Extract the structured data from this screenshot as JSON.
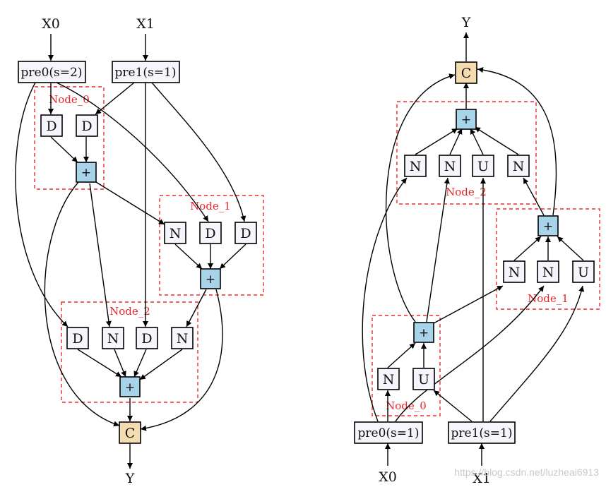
{
  "colors": {
    "plus_fill": "#a8d4ea",
    "concat_fill": "#f5dcb0",
    "op_fill": "#f5f5fb",
    "prep_fill": "#f5f5fb",
    "group_border": "#ee2b2b",
    "group_label": "#e8262a"
  },
  "left_cell": {
    "inputs": [
      "X0",
      "X1"
    ],
    "preprocess": [
      "pre0(s=2)",
      "pre1(s=1)"
    ],
    "nodes": [
      {
        "name": "Node_0",
        "ops": [
          "D",
          "D"
        ],
        "combine": "+"
      },
      {
        "name": "Node_1",
        "ops": [
          "N",
          "D",
          "D"
        ],
        "combine": "+"
      },
      {
        "name": "Node_2",
        "ops": [
          "D",
          "N",
          "D",
          "N"
        ],
        "combine": "+"
      }
    ],
    "concat": "C",
    "output": "Y"
  },
  "right_cell": {
    "inputs": [
      "X0",
      "X1"
    ],
    "preprocess": [
      "pre0(s=1)",
      "pre1(s=1)"
    ],
    "nodes": [
      {
        "name": "Node_0",
        "ops": [
          "N",
          "U"
        ],
        "combine": "+"
      },
      {
        "name": "Node_1",
        "ops": [
          "N",
          "N",
          "U"
        ],
        "combine": "+"
      },
      {
        "name": "Node_2",
        "ops": [
          "N",
          "N",
          "U",
          "N"
        ],
        "combine": "+"
      }
    ],
    "concat": "C",
    "output": "Y"
  },
  "watermark": "https://blog.csdn.net/luzheai6913"
}
